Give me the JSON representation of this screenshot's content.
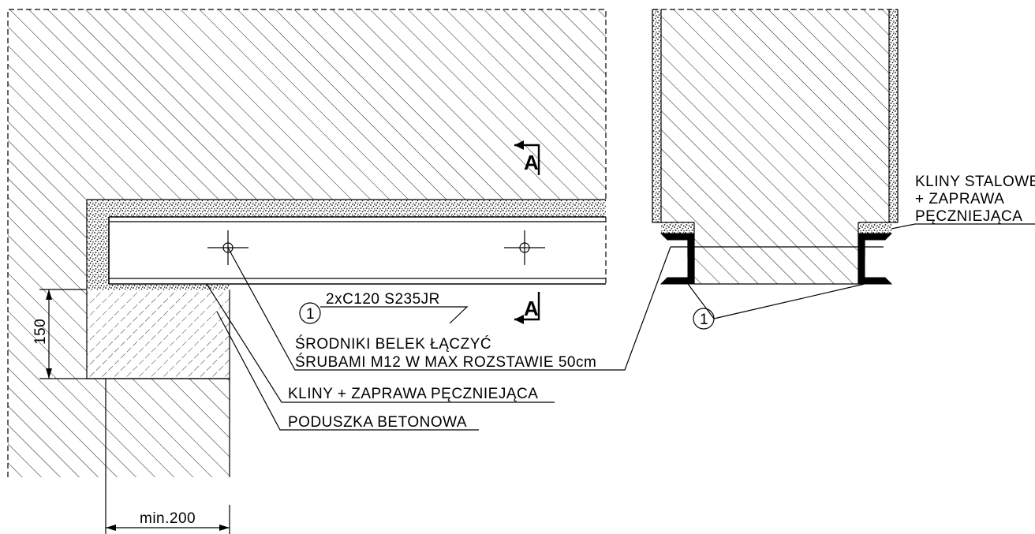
{
  "section_marker_label": "A",
  "beam_label": "2xC120 S235JR",
  "callout_number": "1",
  "bolts_note_line1": "ŚRODNIKI BELEK ŁĄCZYĆ",
  "bolts_note_line2": "ŚRUBAMI M12 W MAX ROZSTAWIE 50cm",
  "wedges_note": "KLINY + ZAPRAWA PĘCZNIEJĄCA",
  "pad_note": "PODUSZKA BETONOWA",
  "dimension_vertical": "150",
  "dimension_horizontal": "min.200",
  "section_note_line1": "KLINY STALOWE",
  "section_note_line2": "+ ZAPRAWA",
  "section_note_line3": "PĘCZNIEJĄCA",
  "colors": {
    "ink": "#000000",
    "paper": "#ffffff"
  }
}
